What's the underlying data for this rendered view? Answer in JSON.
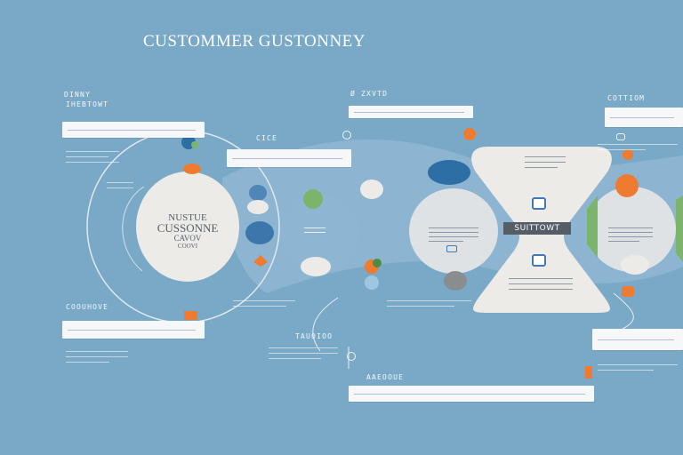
{
  "title": "CUSTOMMER GUSTONNEY",
  "labels": {
    "top_left_1": "DINNY",
    "top_left_2": "IHEBTOWT",
    "top_middle": "Ø ZXVTD",
    "top_right": "COTTIOM",
    "small_middle": "CICE",
    "bottom_left": "COOUHOVE",
    "bottom_middle": "TAUOIOO",
    "bottom_caption": "AAEOOUE"
  },
  "main_node": {
    "line1": "NUSTUE",
    "line2": "CUSSONNE",
    "line3": "CAVOV",
    "line4": "COOVI"
  },
  "hub_node": {
    "badge": "SUITTOWT"
  },
  "colors": {
    "background": "#7aa9c8",
    "node_fill": "#ecebe8",
    "accent_orange": "#ee7b30",
    "accent_green": "#7db46c",
    "accent_blue": "#2d6ea5",
    "badge_dark": "#555d66"
  }
}
